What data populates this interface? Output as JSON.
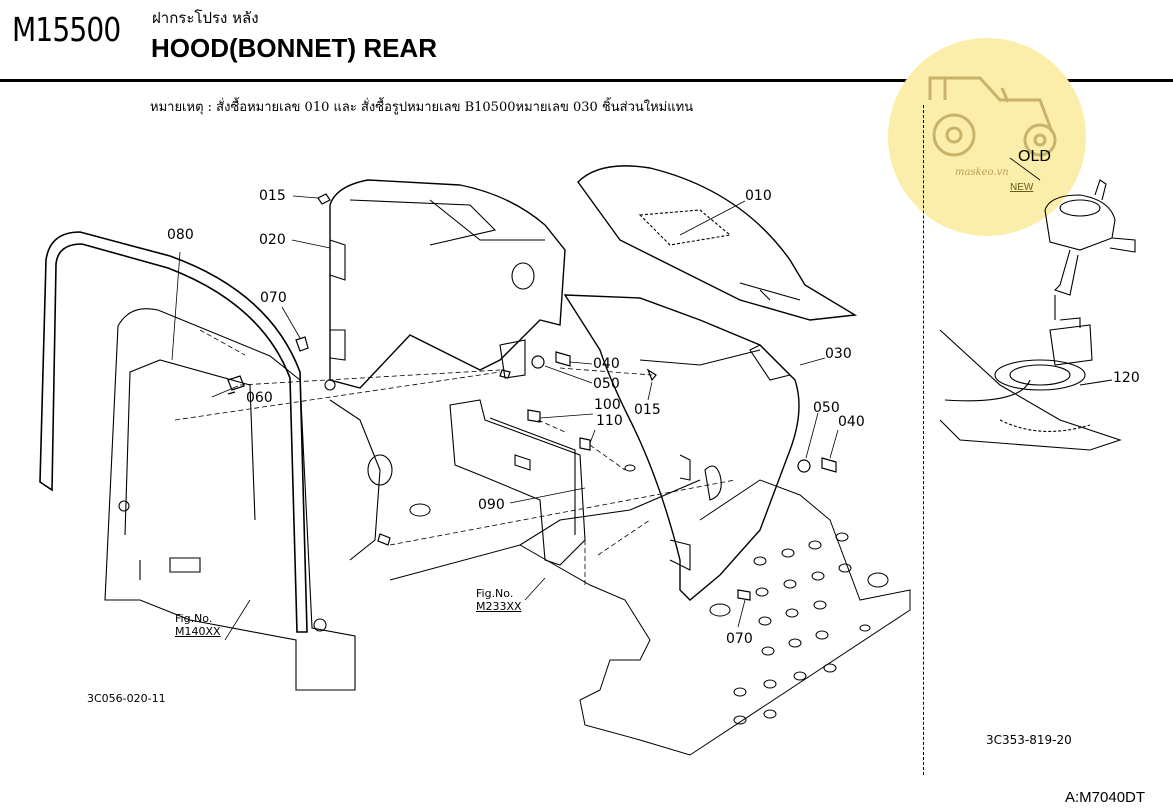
{
  "header": {
    "code": "M15500",
    "title_thai": "ฝากระโปรง หลัง",
    "title_en": "HOOD(BONNET) REAR"
  },
  "note": "หมายเหตุ : สั่งซื้อหมายเลข 010 และ สั่งซื้อรูปหมายเลข B10500หมายเลข 030 ชิ้นส่วนใหม่แทน",
  "callouts": {
    "c015a": "015",
    "c010": "010",
    "c080": "080",
    "c020": "020",
    "c070a": "070",
    "c040a": "040",
    "c050a": "050",
    "c060": "060",
    "c015b": "015",
    "c100": "100",
    "c110": "110",
    "c030": "030",
    "c050b": "050",
    "c040b": "040",
    "c090": "090",
    "c070b": "070",
    "c120": "120"
  },
  "fig_refs": {
    "left": {
      "line1": "Fig.No.",
      "line2": "M140XX"
    },
    "middle": {
      "line1": "Fig.No.",
      "line2": "M233XX"
    }
  },
  "diagram_ids": {
    "main": "3C056-020-11",
    "inset": "3C353-819-20"
  },
  "inset_labels": {
    "old": "OLD",
    "new": "NEW"
  },
  "watermark": "maskeo.vn",
  "page_code": "A:M7040DT",
  "colors": {
    "watermark_circle": "#fbeeaa",
    "watermark_line": "#c9b36a"
  }
}
